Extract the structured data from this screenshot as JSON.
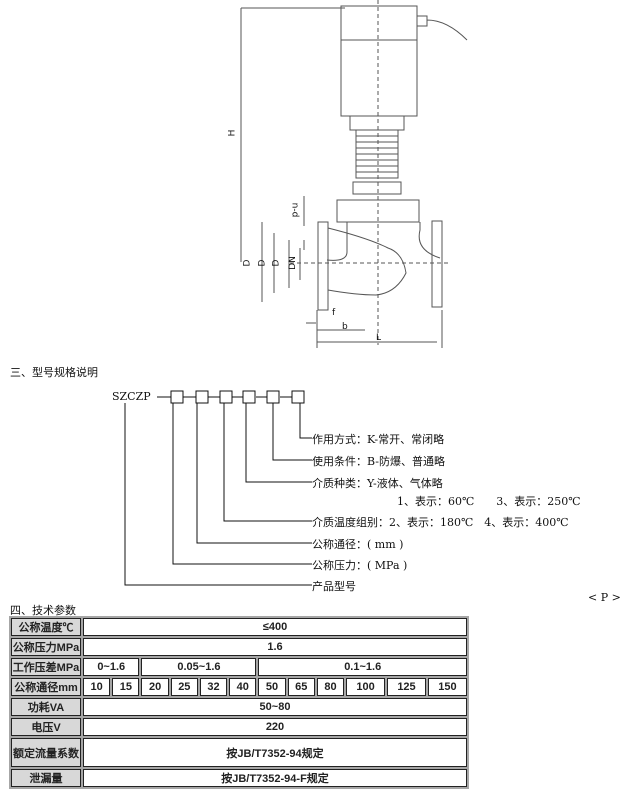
{
  "drawing": {
    "labels": {
      "H": "H",
      "nd": "n-d",
      "D1": "D",
      "D2": "D",
      "D3": "D",
      "DN": "DN",
      "f": "f",
      "b": "b",
      "L": "L"
    }
  },
  "section3": {
    "title": "三、型号规格说明",
    "model": "SZCZP",
    "items": [
      "作用方式：K-常开、常闭略",
      "使用条件：B-防爆、普通略",
      "介质种类：Y-液体、气体略",
      "1、表示：60℃　　3、表示：250℃",
      "介质温度组别：2、表示：180℃　4、表示：400℃",
      "公称通径：( mm )",
      "公称压力：( MPa )",
      "产品型号"
    ],
    "page_mark": "< P >"
  },
  "section4": {
    "title": "四、技术参数",
    "rows": {
      "temp": {
        "label": "公称温度℃",
        "value": "≤400"
      },
      "pressure": {
        "label": "公称压力MPa",
        "value": "1.6"
      },
      "diff": {
        "label": "工作压差MPa",
        "values": [
          "0~1.6",
          "0.05~1.6",
          "0.1~1.6"
        ]
      },
      "dn": {
        "label": "公称通径mm",
        "values": [
          "10",
          "15",
          "20",
          "25",
          "32",
          "40",
          "50",
          "65",
          "80",
          "100",
          "125",
          "150"
        ]
      },
      "power": {
        "label": "功耗VA",
        "value": "50~80"
      },
      "voltage": {
        "label": "电压V",
        "value": "220"
      },
      "flow": {
        "label": "额定流量系数",
        "value": "按JB/T7352-94规定"
      },
      "leak": {
        "label": "泄漏量",
        "value": "按JB/T7352-94-F规定"
      }
    }
  }
}
